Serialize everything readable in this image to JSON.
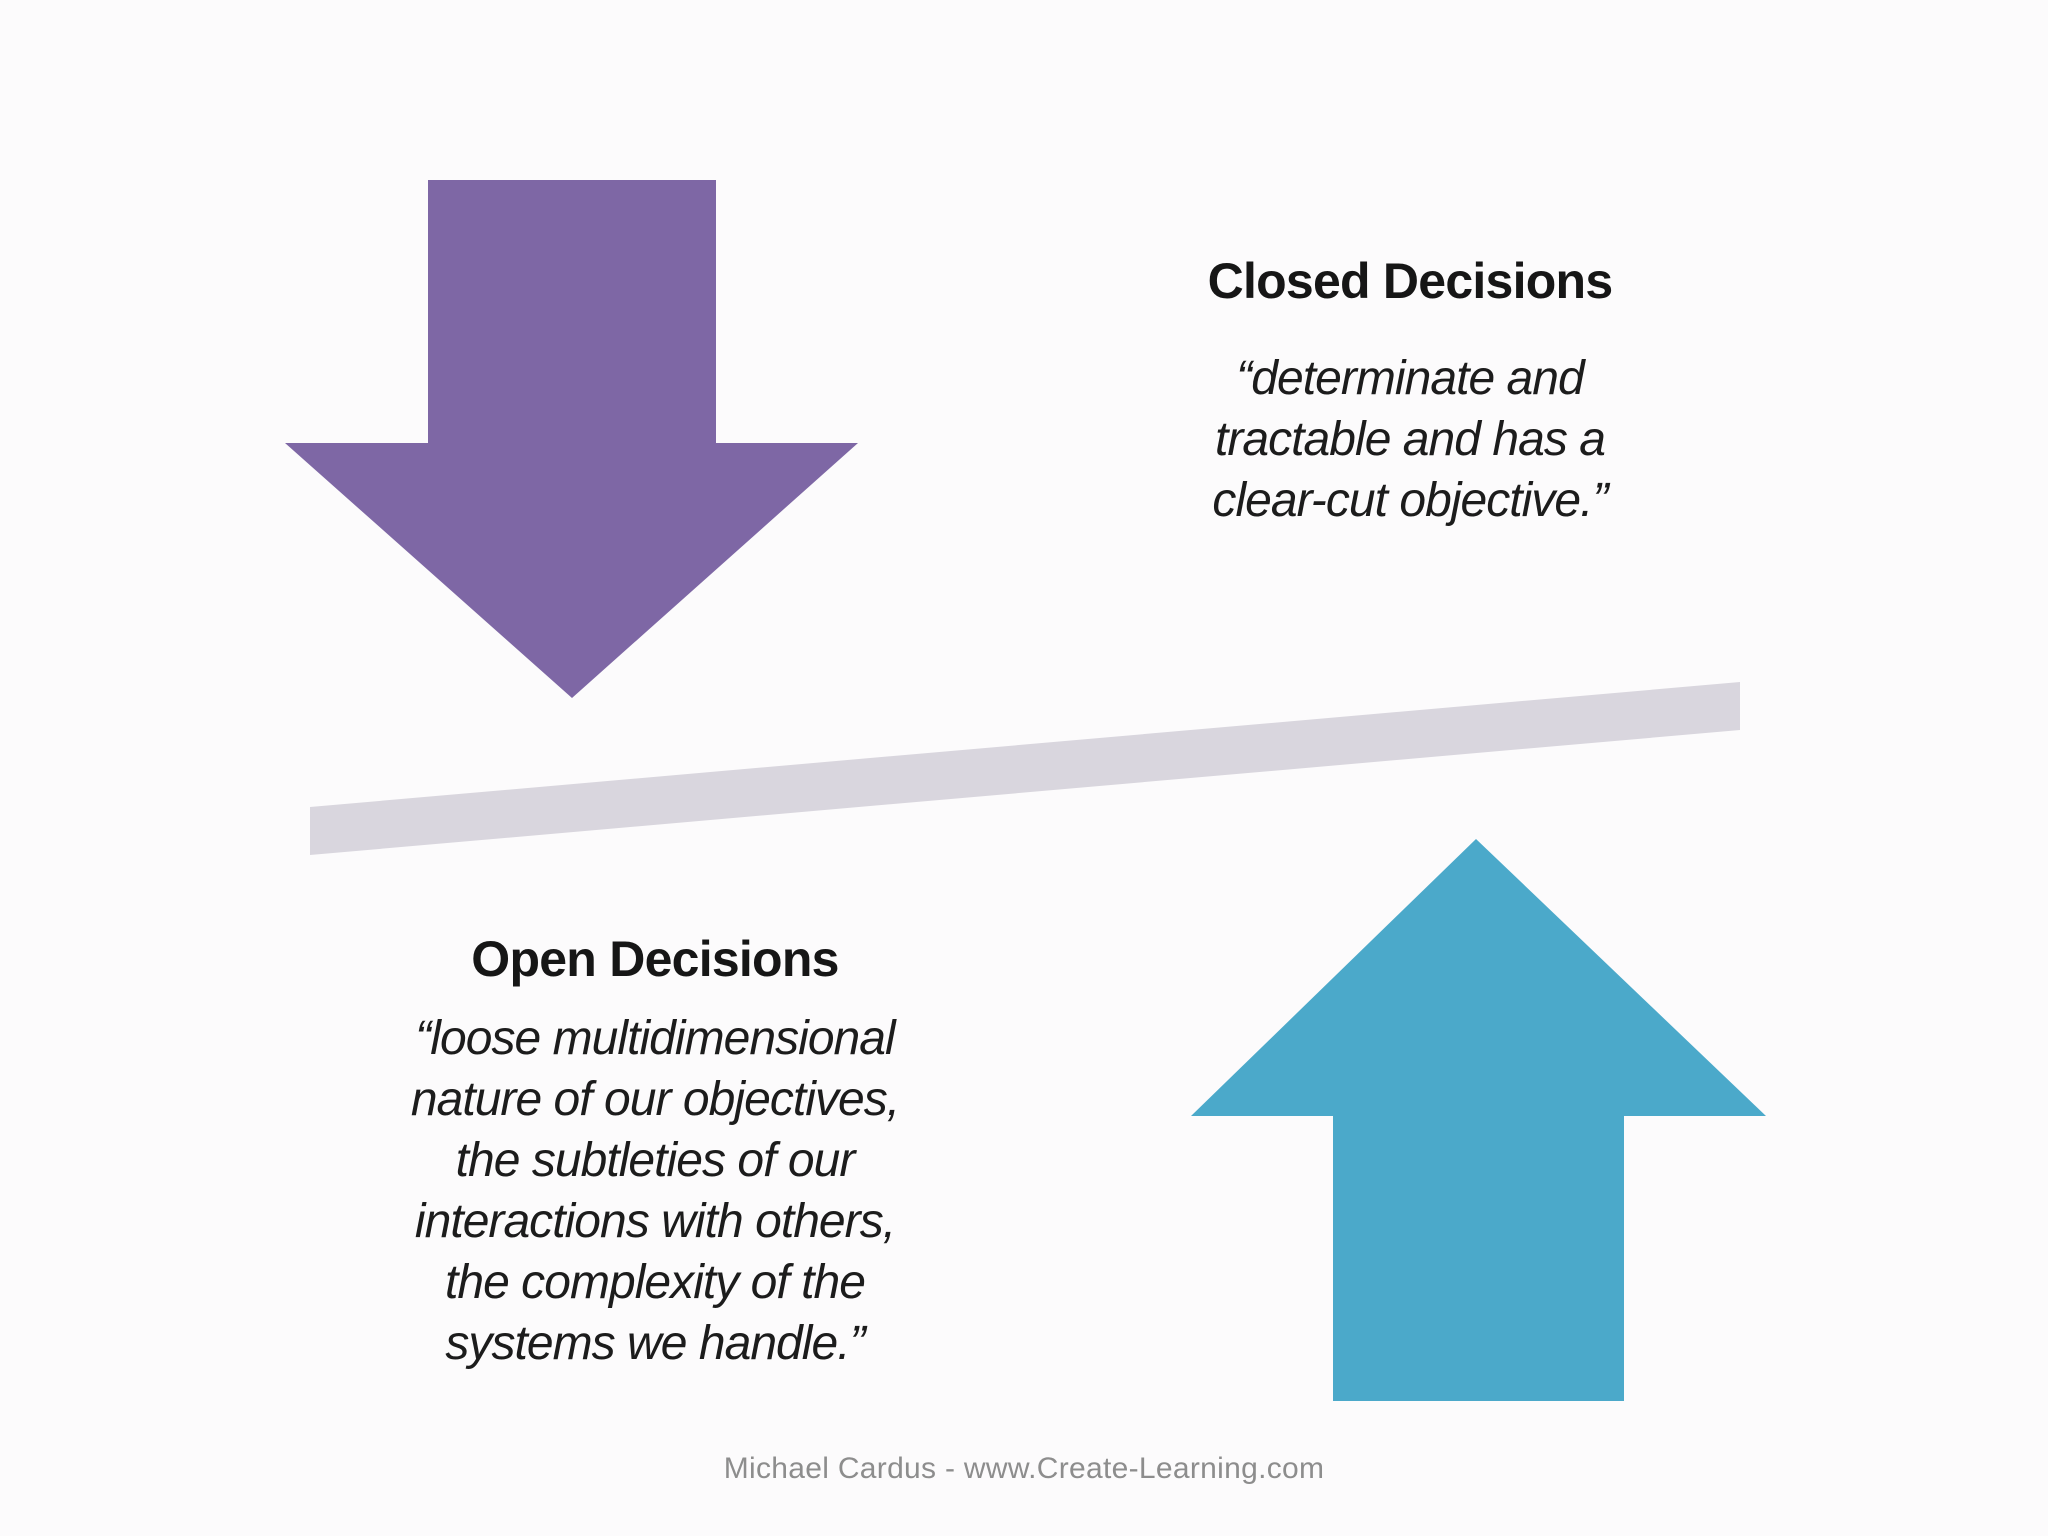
{
  "colors": {
    "background": "#fcfbfc",
    "purple_arrow": "#7e67a5",
    "teal_arrow": "#4ba9ca",
    "bar": "#d9d6de",
    "heading_text": "#161616",
    "quote_text": "#1c1c1c",
    "footer_text": "#8d8d8d"
  },
  "closed": {
    "heading": "Closed Decisions",
    "quote": "“determinate and\ntractable and has a\nclear-cut objective.”"
  },
  "open": {
    "heading": "Open Decisions",
    "quote": "“loose multidimensional\nnature of our objectives,\nthe subtleties of  our\ninteractions with others,\nthe complexity of the\nsystems we handle.”"
  },
  "footer": {
    "credit": "Michael Cardus - www.Create-Learning.com"
  }
}
